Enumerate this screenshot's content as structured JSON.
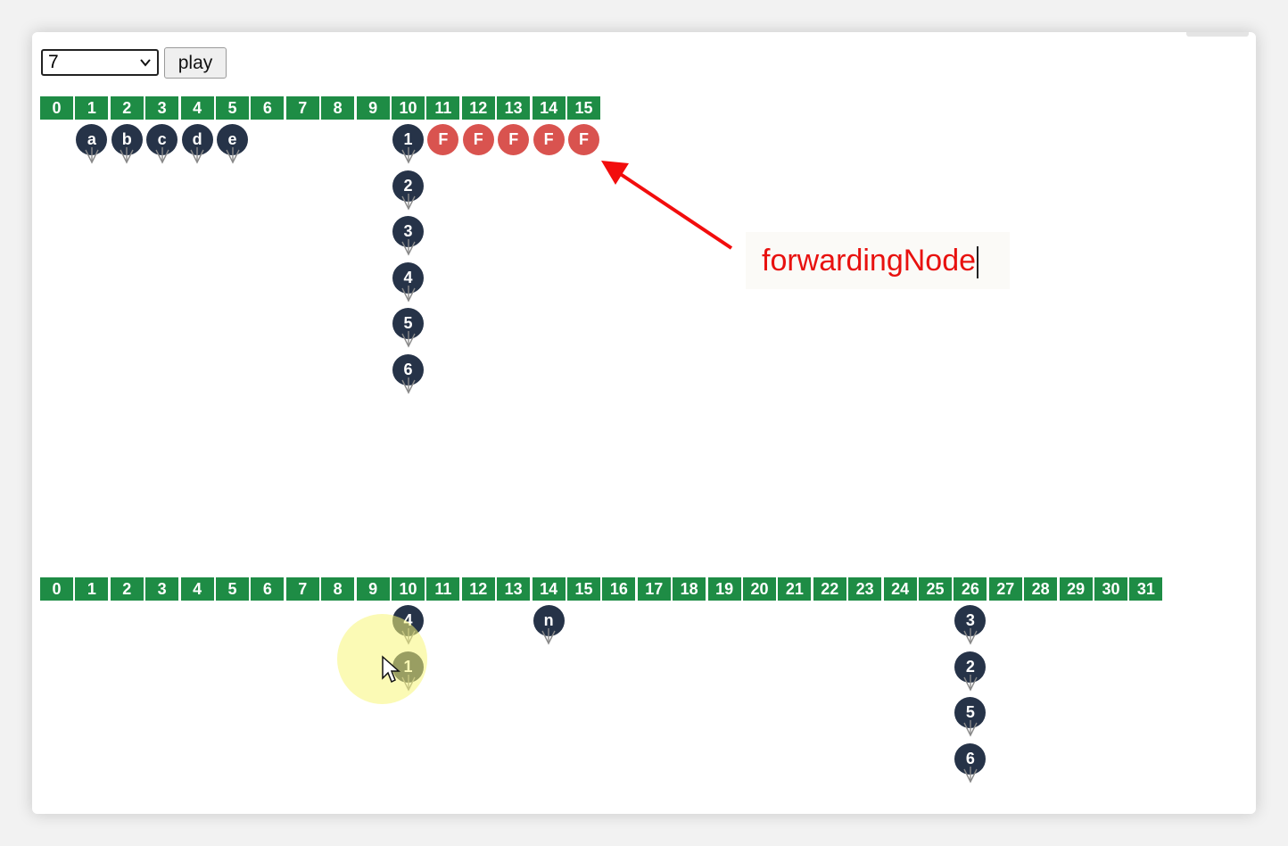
{
  "controls": {
    "select_value": "7",
    "play_label": "play"
  },
  "table1": {
    "indices": [
      "0",
      "1",
      "2",
      "3",
      "4",
      "5",
      "6",
      "7",
      "8",
      "9",
      "10",
      "11",
      "12",
      "13",
      "14",
      "15"
    ],
    "chains": [
      {
        "slot": 1,
        "nodes": [
          "a"
        ]
      },
      {
        "slot": 2,
        "nodes": [
          "b"
        ]
      },
      {
        "slot": 3,
        "nodes": [
          "c"
        ]
      },
      {
        "slot": 4,
        "nodes": [
          "d"
        ]
      },
      {
        "slot": 5,
        "nodes": [
          "e"
        ]
      },
      {
        "slot": 10,
        "nodes": [
          "1",
          "2",
          "3",
          "4",
          "5",
          "6"
        ]
      },
      {
        "slot": 11,
        "nodes": [
          "F"
        ],
        "forwarding": true
      },
      {
        "slot": 12,
        "nodes": [
          "F"
        ],
        "forwarding": true
      },
      {
        "slot": 13,
        "nodes": [
          "F"
        ],
        "forwarding": true
      },
      {
        "slot": 14,
        "nodes": [
          "F"
        ],
        "forwarding": true
      },
      {
        "slot": 15,
        "nodes": [
          "F"
        ],
        "forwarding": true
      }
    ]
  },
  "table2": {
    "indices": [
      "0",
      "1",
      "2",
      "3",
      "4",
      "5",
      "6",
      "7",
      "8",
      "9",
      "10",
      "11",
      "12",
      "13",
      "14",
      "15",
      "16",
      "17",
      "18",
      "19",
      "20",
      "21",
      "22",
      "23",
      "24",
      "25",
      "26",
      "27",
      "28",
      "29",
      "30",
      "31"
    ],
    "chains": [
      {
        "slot": 10,
        "nodes": [
          "4",
          "1"
        ]
      },
      {
        "slot": 14,
        "nodes": [
          "n"
        ]
      },
      {
        "slot": 26,
        "nodes": [
          "3",
          "2",
          "5",
          "6"
        ]
      }
    ]
  },
  "annotation": {
    "text": "forwardingNode"
  },
  "colors": {
    "cell": "#1e8c45",
    "node": "#263348",
    "forwarding_node": "#d9534f",
    "annotation_text": "#e8110f"
  }
}
